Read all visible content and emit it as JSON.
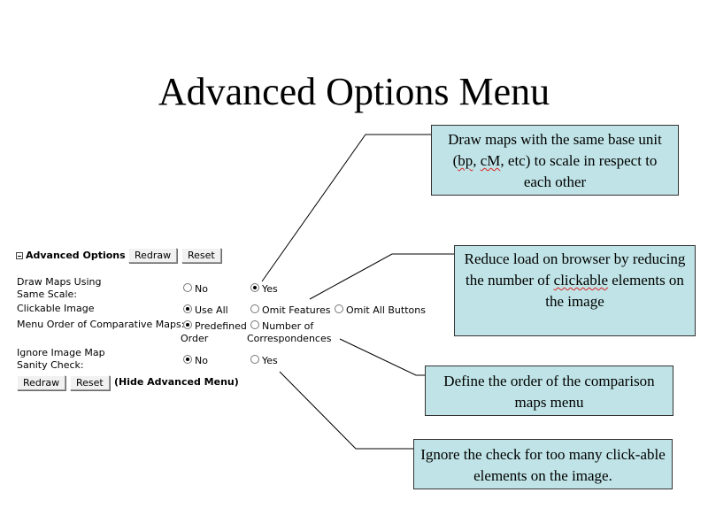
{
  "title": "Advanced Options Menu",
  "callouts": {
    "scale_pre": "Draw maps with the same base unit (",
    "bp": "bp",
    "comma": ", ",
    "cm": "cM",
    "scale_post": ", etc) to scale in respect to each other",
    "clickable_pre": "Reduce load on browser by reducing the number of ",
    "clickable_word": "clickable",
    "clickable_post": " elements on the image",
    "order": "Define the order of the comparison maps menu",
    "sanity": "Ignore the check for too many click-able elements on the image."
  },
  "panel": {
    "header": "Advanced Options",
    "redraw": "Redraw",
    "reset": "Reset",
    "hide": "(Hide Advanced Menu)",
    "scale": {
      "label1": "Draw Maps Using",
      "label2": "Same Scale:",
      "no": "No",
      "yes": "Yes",
      "selected": "yes"
    },
    "clickable": {
      "label": "Clickable Image",
      "use_all": "Use All",
      "omit_features": "Omit Features",
      "omit_buttons": "Omit All Buttons",
      "selected": "use_all"
    },
    "menu_order": {
      "label": "Menu Order of Comparative Maps:",
      "predefined1": "Predefined",
      "predefined2": "Order",
      "number1": "Number of",
      "number2": "Correspondences",
      "selected": "predefined"
    },
    "sanity": {
      "label1": "Ignore Image Map",
      "label2": "Sanity Check:",
      "no": "No",
      "yes": "Yes",
      "selected": "no"
    }
  }
}
